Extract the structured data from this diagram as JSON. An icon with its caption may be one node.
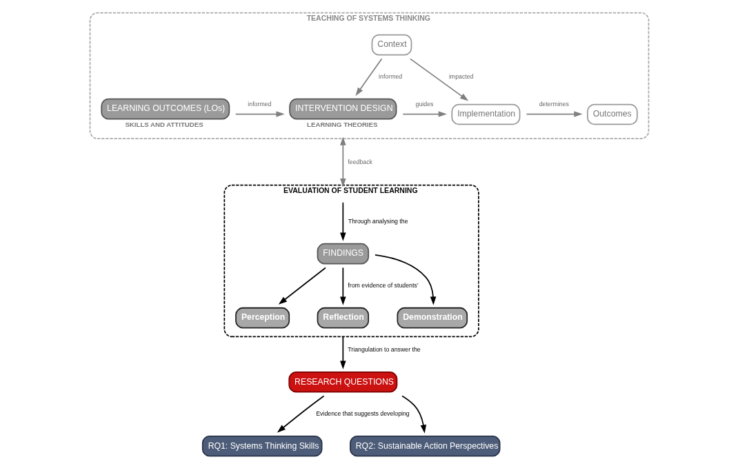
{
  "diagram": {
    "nodes": [
      {
        "text": [
          "TEACHING OF SYSTEMS THINKING"
        ]
      },
      {
        "text": [
          "LEARNING OUTCOMES (LOs)"
        ],
        "beside": [
          "SKILLS AND ATTITUDES"
        ],
        "in": 0
      },
      {
        "text": [
          "INTERVENTION DESIGN"
        ],
        "beside": [
          "LEARNING THEORIES"
        ],
        "in": 0
      },
      {
        "text": [
          "Context"
        ],
        "in": 0
      },
      {
        "text": [
          "Implementation"
        ],
        "in": 0
      },
      {
        "text": [
          "Outcomes"
        ],
        "in": 0
      },
      {
        "text": [
          "EVALUATION OF STUDENT LEARNING"
        ]
      },
      {
        "text": [
          "FINDINGS"
        ],
        "in": 6
      },
      {
        "text": [
          "Perception"
        ],
        "in": 6
      },
      {
        "text": [
          "Reflection"
        ],
        "in": 6
      },
      {
        "text": [
          "Demonstration"
        ],
        "in": 6
      },
      {
        "text": [
          "RESEARCH QUESTIONS"
        ]
      },
      {
        "text": [
          "RQ1: Systems Thinking Skills"
        ]
      },
      {
        "text": [
          "RQ2: Sustainable Action Perspectives"
        ]
      }
    ],
    "edges": [
      {
        "from": 1,
        "to": 2,
        "arrow": "to",
        "label": "informed",
        "color": "#808080"
      },
      {
        "from": 3,
        "to": 2,
        "arrow": "to",
        "label": "informed",
        "color": "#808080"
      },
      {
        "from": 3,
        "to": 4,
        "arrow": "to",
        "label": "impacted",
        "color": "#808080"
      },
      {
        "from": 2,
        "to": 4,
        "arrow": "to",
        "label": "guides",
        "color": "#808080"
      },
      {
        "from": 4,
        "to": 5,
        "arrow": "to",
        "label": "determines",
        "color": "#808080"
      },
      {
        "from": 0,
        "to": 6,
        "arrow": "both",
        "label": "feedback",
        "color": "#808080"
      },
      {
        "from": null,
        "to": 7,
        "arrow": "to",
        "label": "Through analysing the"
      },
      {
        "from": 7,
        "to": 8,
        "arrow": "to"
      },
      {
        "from": 7,
        "to": 9,
        "arrow": "to",
        "label": "from evidence of students’"
      },
      {
        "from": 7,
        "to": 10,
        "arrow": "to"
      },
      {
        "from": 6,
        "to": 11,
        "arrow": "to",
        "label": "Triangulation to answer the"
      },
      {
        "from": 11,
        "to": 12,
        "arrow": "to",
        "label": "Evidence that suggests developing"
      },
      {
        "from": 11,
        "to": 13,
        "arrow": "to"
      }
    ]
  }
}
